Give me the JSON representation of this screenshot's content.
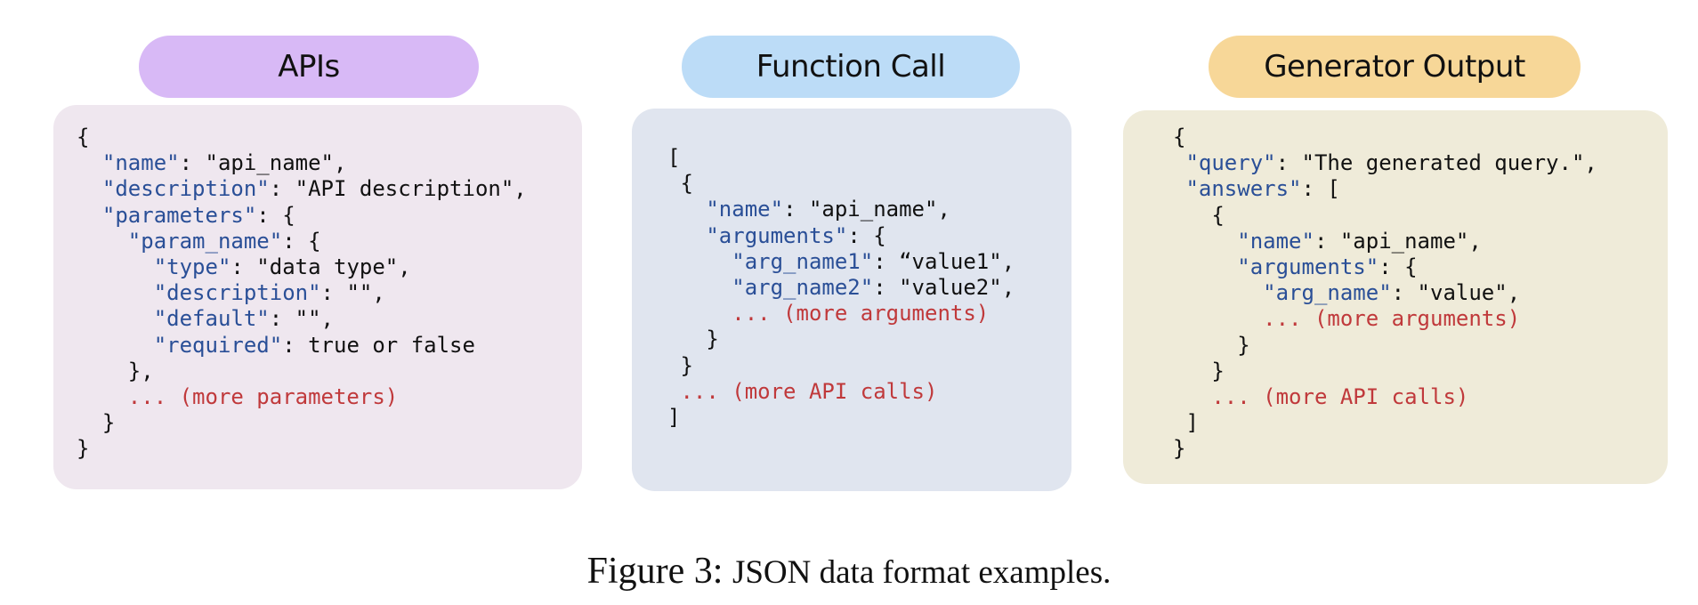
{
  "panels": [
    {
      "title": "APIs",
      "pill_color": "#d8b9f6",
      "box_color": "#efe7ef",
      "lines": [
        [
          {
            "t": "{"
          }
        ],
        [
          {
            "t": "  "
          },
          {
            "t": "\"name\"",
            "c": "k"
          },
          {
            "t": ": \"api_name\","
          }
        ],
        [
          {
            "t": "  "
          },
          {
            "t": "\"description\"",
            "c": "k"
          },
          {
            "t": ": \"API description\","
          }
        ],
        [
          {
            "t": "  "
          },
          {
            "t": "\"parameters\"",
            "c": "k"
          },
          {
            "t": ": {"
          }
        ],
        [
          {
            "t": "    "
          },
          {
            "t": "\"param_name\"",
            "c": "k"
          },
          {
            "t": ": {"
          }
        ],
        [
          {
            "t": "      "
          },
          {
            "t": "\"type\"",
            "c": "k"
          },
          {
            "t": ": \"data type\","
          }
        ],
        [
          {
            "t": "      "
          },
          {
            "t": "\"description\"",
            "c": "k"
          },
          {
            "t": ": \"\","
          }
        ],
        [
          {
            "t": "      "
          },
          {
            "t": "\"default\"",
            "c": "k"
          },
          {
            "t": ": \"\","
          }
        ],
        [
          {
            "t": "      "
          },
          {
            "t": "\"required\"",
            "c": "k"
          },
          {
            "t": ": true or false"
          }
        ],
        [
          {
            "t": "    },"
          }
        ],
        [
          {
            "t": "    "
          },
          {
            "t": "... (more parameters)",
            "c": "m"
          }
        ],
        [
          {
            "t": "  }"
          }
        ],
        [
          {
            "t": "}"
          }
        ]
      ]
    },
    {
      "title": "Function Call",
      "pill_color": "#bcdcf7",
      "box_color": "#e0e5ef",
      "lines": [
        [
          {
            "t": "["
          }
        ],
        [
          {
            "t": " {"
          }
        ],
        [
          {
            "t": "   "
          },
          {
            "t": "\"name\"",
            "c": "k"
          },
          {
            "t": ": \"api_name\","
          }
        ],
        [
          {
            "t": "   "
          },
          {
            "t": "\"arguments\"",
            "c": "k"
          },
          {
            "t": ": {"
          }
        ],
        [
          {
            "t": "     "
          },
          {
            "t": "\"arg_name1\"",
            "c": "k"
          },
          {
            "t": ": “value1\","
          }
        ],
        [
          {
            "t": "     "
          },
          {
            "t": "\"arg_name2\"",
            "c": "k"
          },
          {
            "t": ": \"value2\","
          }
        ],
        [
          {
            "t": "     "
          },
          {
            "t": "... (more arguments)",
            "c": "m"
          }
        ],
        [
          {
            "t": "   }"
          }
        ],
        [
          {
            "t": " }"
          }
        ],
        [
          {
            "t": " "
          },
          {
            "t": "... (more API calls)",
            "c": "m"
          }
        ],
        [
          {
            "t": "]"
          }
        ]
      ]
    },
    {
      "title": "Generator Output",
      "pill_color": "#f7d798",
      "box_color": "#efebd9",
      "lines": [
        [
          {
            "t": "{"
          }
        ],
        [
          {
            "t": " "
          },
          {
            "t": "\"query\"",
            "c": "k"
          },
          {
            "t": ": \"The generated query.\","
          }
        ],
        [
          {
            "t": " "
          },
          {
            "t": "\"answers\"",
            "c": "k"
          },
          {
            "t": ": ["
          }
        ],
        [
          {
            "t": "   {"
          }
        ],
        [
          {
            "t": "     "
          },
          {
            "t": "\"name\"",
            "c": "k"
          },
          {
            "t": ": \"api_name\","
          }
        ],
        [
          {
            "t": "     "
          },
          {
            "t": "\"arguments\"",
            "c": "k"
          },
          {
            "t": ": {"
          }
        ],
        [
          {
            "t": "       "
          },
          {
            "t": "\"arg_name\"",
            "c": "k"
          },
          {
            "t": ": \"value\","
          }
        ],
        [
          {
            "t": "       "
          },
          {
            "t": "... (more arguments)",
            "c": "m"
          }
        ],
        [
          {
            "t": "     }"
          }
        ],
        [
          {
            "t": "   }"
          }
        ],
        [
          {
            "t": "   "
          },
          {
            "t": "... (more API calls)",
            "c": "m"
          }
        ],
        [
          {
            "t": " ]"
          }
        ],
        [
          {
            "t": "}"
          }
        ]
      ]
    }
  ],
  "caption": {
    "label": "Figure 3:",
    "text": "JSON data format examples."
  }
}
